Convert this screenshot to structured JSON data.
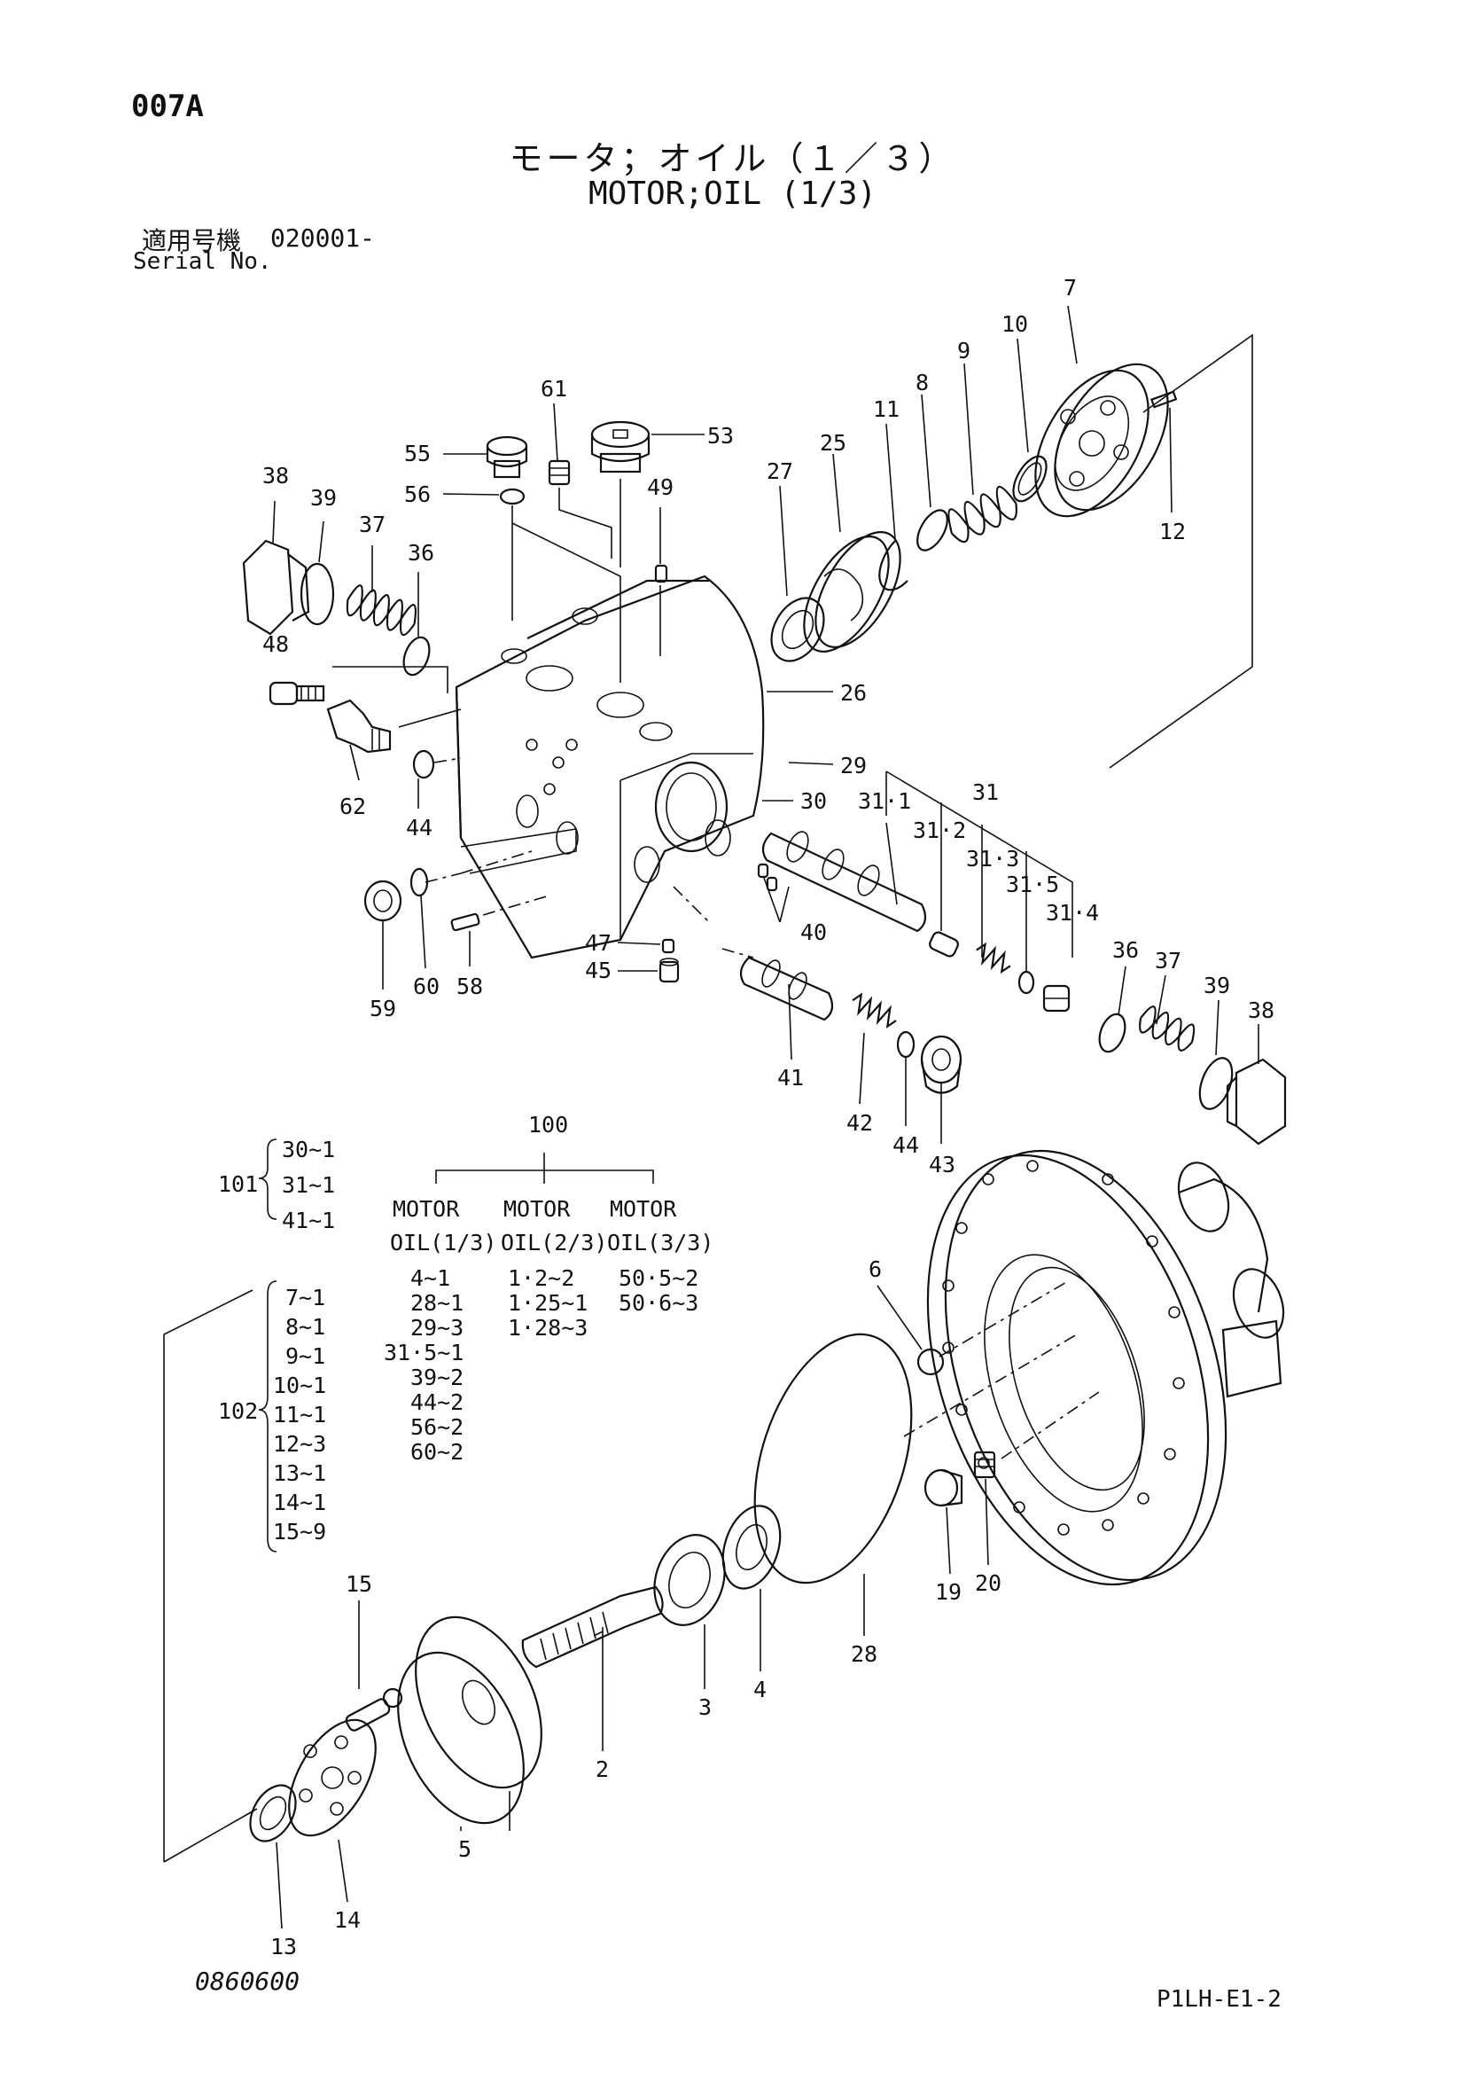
{
  "header": {
    "page_code": "007A",
    "title_jp": "モータ；オイル（１／３）",
    "title_en": "MOTOR;OIL (1/3)",
    "serial_label_jp": "適用号機",
    "serial_value": "020001-",
    "serial_label_en": "Serial No."
  },
  "footer": {
    "doc_number": "0860600",
    "page_ref": "P1LH-E1-2"
  },
  "callouts": [
    {
      "id": "c7",
      "text": "7"
    },
    {
      "id": "c10",
      "text": "10"
    },
    {
      "id": "c9",
      "text": "9"
    },
    {
      "id": "c8",
      "text": "8"
    },
    {
      "id": "c11",
      "text": "11"
    },
    {
      "id": "c25",
      "text": "25"
    },
    {
      "id": "c27",
      "text": "27"
    },
    {
      "id": "c12",
      "text": "12"
    },
    {
      "id": "c61",
      "text": "61"
    },
    {
      "id": "c53",
      "text": "53"
    },
    {
      "id": "c55",
      "text": "55"
    },
    {
      "id": "c56",
      "text": "56"
    },
    {
      "id": "c49",
      "text": "49"
    },
    {
      "id": "c38a",
      "text": "38"
    },
    {
      "id": "c39a",
      "text": "39"
    },
    {
      "id": "c37a",
      "text": "37"
    },
    {
      "id": "c36a",
      "text": "36"
    },
    {
      "id": "c48",
      "text": "48"
    },
    {
      "id": "c26",
      "text": "26"
    },
    {
      "id": "c29",
      "text": "29"
    },
    {
      "id": "c30",
      "text": "30"
    },
    {
      "id": "c31_1",
      "text": "31·1"
    },
    {
      "id": "c31",
      "text": "31"
    },
    {
      "id": "c31_2",
      "text": "31·2"
    },
    {
      "id": "c31_3",
      "text": "31·3"
    },
    {
      "id": "c31_5",
      "text": "31·5"
    },
    {
      "id": "c31_4",
      "text": "31·4"
    },
    {
      "id": "c62",
      "text": "62"
    },
    {
      "id": "c44a",
      "text": "44"
    },
    {
      "id": "c40",
      "text": "40"
    },
    {
      "id": "c47",
      "text": "47"
    },
    {
      "id": "c45",
      "text": "45"
    },
    {
      "id": "c59",
      "text": "59"
    },
    {
      "id": "c60",
      "text": "60"
    },
    {
      "id": "c58",
      "text": "58"
    },
    {
      "id": "c36b",
      "text": "36"
    },
    {
      "id": "c37b",
      "text": "37"
    },
    {
      "id": "c39b",
      "text": "39"
    },
    {
      "id": "c38b",
      "text": "38"
    },
    {
      "id": "c41",
      "text": "41"
    },
    {
      "id": "c42",
      "text": "42"
    },
    {
      "id": "c44b",
      "text": "44"
    },
    {
      "id": "c43",
      "text": "43"
    },
    {
      "id": "c6",
      "text": "6"
    },
    {
      "id": "c19",
      "text": "19"
    },
    {
      "id": "c20",
      "text": "20"
    },
    {
      "id": "c28",
      "text": "28"
    },
    {
      "id": "c3",
      "text": "3"
    },
    {
      "id": "c4",
      "text": "4"
    },
    {
      "id": "c15",
      "text": "15"
    },
    {
      "id": "c2",
      "text": "2"
    },
    {
      "id": "c5",
      "text": "5"
    },
    {
      "id": "c14",
      "text": "14"
    },
    {
      "id": "c13",
      "text": "13"
    }
  ],
  "kits": {
    "k100": "100",
    "k101": "101",
    "k102": "102",
    "k101_items": [
      "30~1",
      "31~1",
      "41~1"
    ],
    "k102_items": [
      "7~1",
      "8~1",
      "9~1",
      "10~1",
      "11~1",
      "12~3",
      "13~1",
      "14~1",
      "15~9"
    ],
    "columns": [
      {
        "line1": "MOTOR",
        "line2": "OIL(1/3)",
        "items": [
          "4~1",
          "28~1",
          "29~3",
          "31·5~1",
          "39~2",
          "44~2",
          "56~2",
          "60~2"
        ]
      },
      {
        "line1": "MOTOR",
        "line2": "OIL(2/3)",
        "items": [
          "1·2~2",
          "1·25~1",
          "1·28~3"
        ]
      },
      {
        "line1": "MOTOR",
        "line2": "OIL(3/3)",
        "items": [
          "50·5~2",
          "50·6~3"
        ]
      }
    ]
  }
}
